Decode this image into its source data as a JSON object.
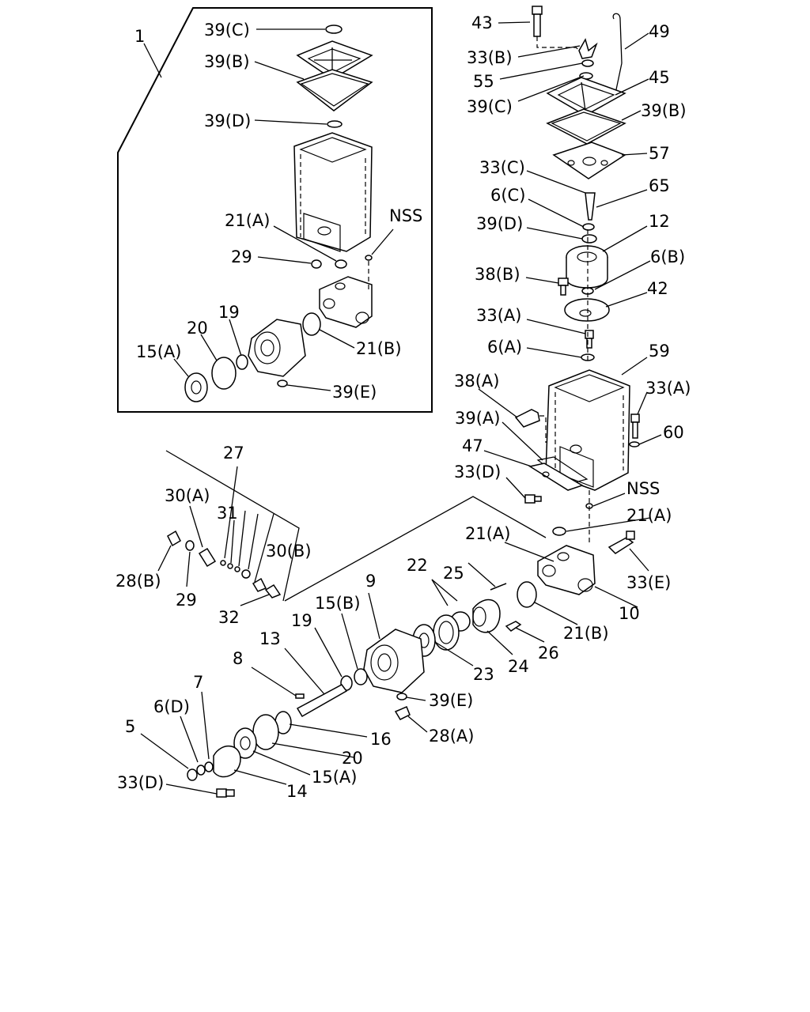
{
  "labels": {
    "l_1": "1",
    "l_39C_a": "39(C)",
    "l_39B_a": "39(B)",
    "l_39D_a": "39(D)",
    "l_21A_a": "21(A)",
    "l_NSS_a": "NSS",
    "l_29_a": "29",
    "l_19_a": "19",
    "l_20_a": "20",
    "l_15A_a": "15(A)",
    "l_21B_a": "21(B)",
    "l_39E_a": "39(E)",
    "l_43": "43",
    "l_49": "49",
    "l_33B": "33(B)",
    "l_55": "55",
    "l_45": "45",
    "l_39C_b": "39(C)",
    "l_39B_b": "39(B)",
    "l_57": "57",
    "l_33C": "33(C)",
    "l_65": "65",
    "l_6C": "6(C)",
    "l_39D_b": "39(D)",
    "l_12": "12",
    "l_6B": "6(B)",
    "l_38B": "38(B)",
    "l_42": "42",
    "l_33A_a": "33(A)",
    "l_6A": "6(A)",
    "l_59": "59",
    "l_38A": "38(A)",
    "l_33A_b": "33(A)",
    "l_39A": "39(A)",
    "l_60": "60",
    "l_47": "47",
    "l_33D_a": "33(D)",
    "l_NSS_b": "NSS",
    "l_21A_b": "21(A)",
    "l_21A_c": "21(A)",
    "l_33E": "33(E)",
    "l_10": "10",
    "l_21B_b": "21(B)",
    "l_25": "25",
    "l_22": "22",
    "l_26": "26",
    "l_24": "24",
    "l_23": "23",
    "l_27": "27",
    "l_30A": "30(A)",
    "l_31": "31",
    "l_30B": "30(B)",
    "l_28B": "28(B)",
    "l_29_b": "29",
    "l_32": "32",
    "l_9": "9",
    "l_15B": "15(B)",
    "l_19_b": "19",
    "l_13": "13",
    "l_8": "8",
    "l_39E_b": "39(E)",
    "l_28A": "28(A)",
    "l_16": "16",
    "l_20_b": "20",
    "l_15A_b": "15(A)",
    "l_14": "14",
    "l_7": "7",
    "l_6D": "6(D)",
    "l_5": "5",
    "l_33D_b": "33(D)"
  }
}
